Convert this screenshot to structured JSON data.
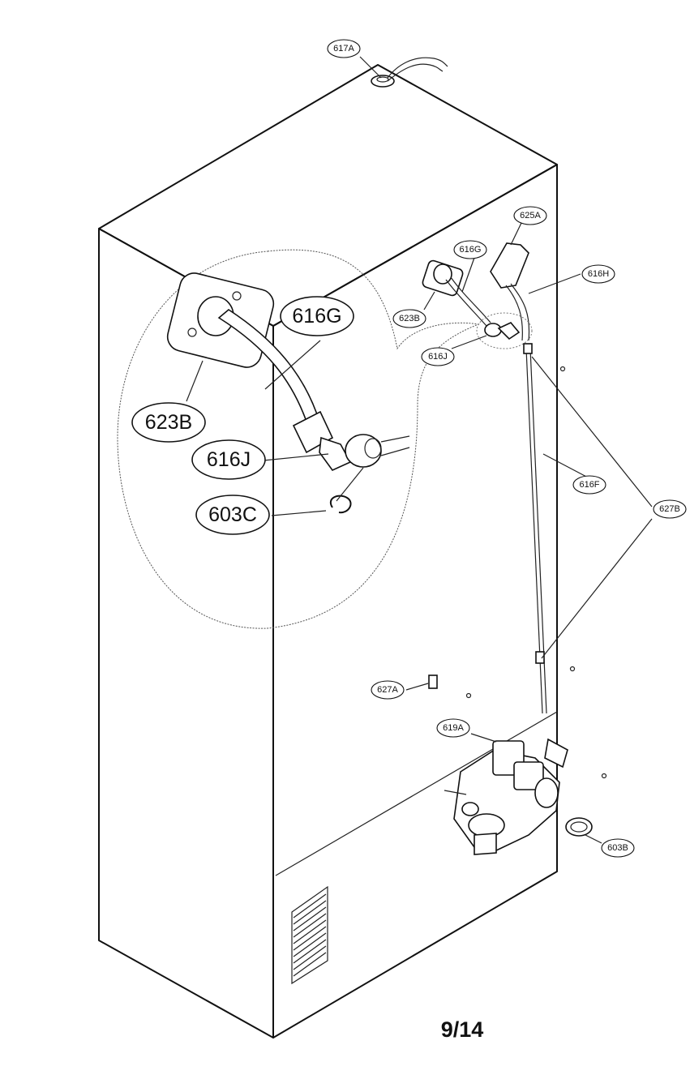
{
  "page": {
    "number": "9/14"
  },
  "callouts_small": {
    "c617A": "617A",
    "c625A": "625A",
    "c616G": "616G",
    "c616H": "616H",
    "c623B": "623B",
    "c616J": "616J",
    "c616F": "616F",
    "c627B": "627B",
    "c627A": "627A",
    "c619A": "619A",
    "c603B": "603B"
  },
  "callouts_detail": {
    "d616G": "616G",
    "d623B": "623B",
    "d616J": "616J",
    "d603C": "603C"
  }
}
